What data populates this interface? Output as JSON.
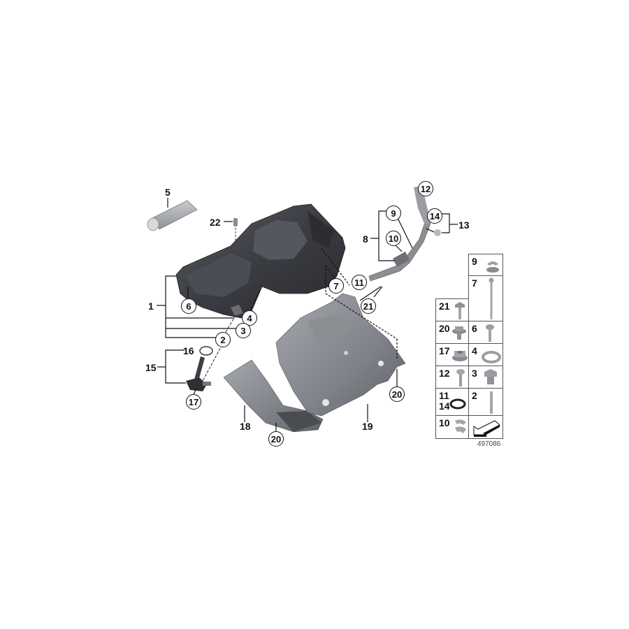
{
  "diagram": {
    "image_number": "497086",
    "subject": "Oil pan assembly with underbody guard / shields",
    "colors": {
      "parts_dark": "#3a3c42",
      "parts_mid": "#6b6e74",
      "parts_light": "#9a9da2",
      "line": "#111111"
    },
    "callouts": {
      "c1": "1",
      "c2": "2",
      "c3": "3",
      "c4": "4",
      "c5": "5",
      "c6": "6",
      "c7": "7",
      "c8": "8",
      "c9": "9",
      "c10": "10",
      "c11": "11",
      "c12": "12",
      "c13": "13",
      "c14": "14",
      "c15": "15",
      "c16": "16",
      "c17": "17",
      "c18": "18",
      "c19": "19",
      "c20a": "20",
      "c20b": "20",
      "c21": "21",
      "c22": "22"
    },
    "legend_grid": [
      {
        "id": "9",
        "label": "9",
        "icon": "clip-nut-icon"
      },
      {
        "id": "7",
        "label": "7",
        "icon": "long-bolt-icon"
      },
      {
        "id": "21",
        "label": "21",
        "icon": "self-tapping-screw-icon"
      },
      {
        "id": "20",
        "label": "20",
        "icon": "hex-flange-bolt-icon"
      },
      {
        "id": "6",
        "label": "6",
        "icon": "torx-bolt-icon"
      },
      {
        "id": "17",
        "label": "17",
        "icon": "hex-flange-nut-icon"
      },
      {
        "id": "4",
        "label": "4",
        "icon": "sealing-ring-icon"
      },
      {
        "id": "12",
        "label": "12",
        "icon": "oval-head-screw-icon"
      },
      {
        "id": "3",
        "label": "3",
        "icon": "drain-plug-icon"
      },
      {
        "id": "11_14",
        "label_a": "11",
        "label_b": "14",
        "icon": "o-ring-icon"
      },
      {
        "id": "2",
        "label": "2",
        "icon": "stud-icon"
      },
      {
        "id": "10",
        "label": "10",
        "icon": "clip-icon"
      },
      {
        "id": "dir",
        "label": "",
        "icon": "direction-arrow-icon"
      }
    ]
  }
}
